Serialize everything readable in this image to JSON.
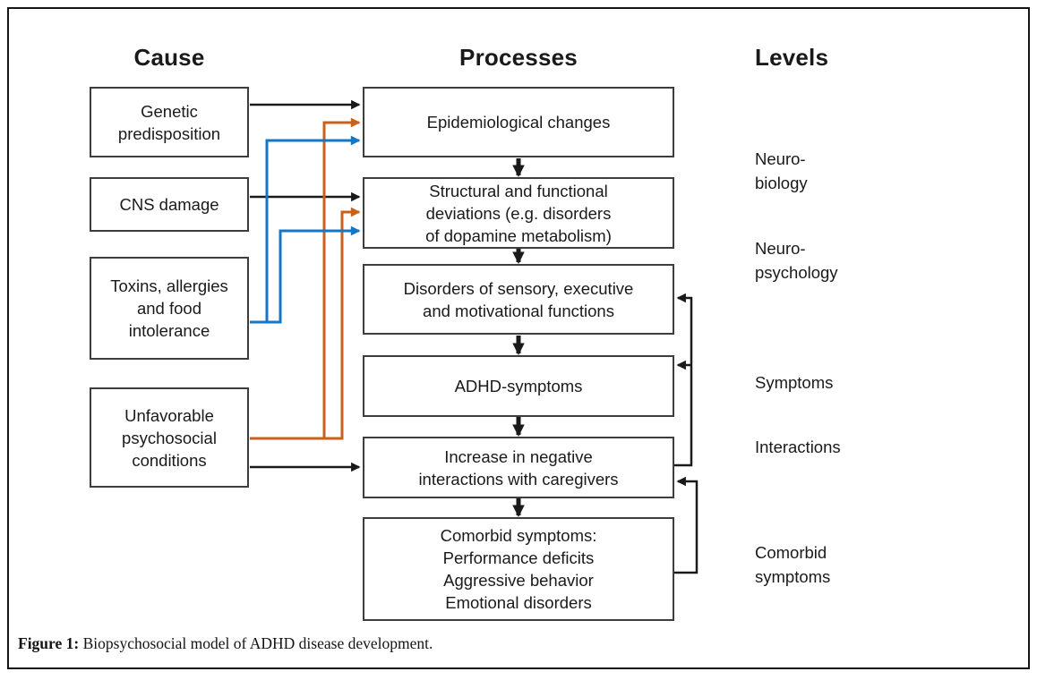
{
  "titles": {
    "cause": "Cause",
    "processes": "Processes",
    "levels": "Levels"
  },
  "cause_boxes": [
    {
      "label": "Genetic\npredisposition"
    },
    {
      "label": "CNS damage"
    },
    {
      "label": "Toxins, allergies\nand food\nintolerance"
    },
    {
      "label": "Unfavorable\npsychosocial\nconditions"
    }
  ],
  "process_boxes": [
    {
      "label": "Epidemiological changes"
    },
    {
      "label": "Structural and functional\ndeviations (e.g. disorders\nof dopamine metabolism)"
    },
    {
      "label": "Disorders of sensory, executive\nand motivational functions"
    },
    {
      "label": "ADHD-symptoms"
    },
    {
      "label": "Increase in negative\ninteractions with caregivers"
    },
    {
      "label": "Comorbid symptoms:\nPerformance deficits\nAggressive behavior\nEmotional disorders"
    }
  ],
  "level_labels": [
    {
      "label": "Neuro-\nbiology"
    },
    {
      "label": "Neuro-\npsychology"
    },
    {
      "label": "Symptoms"
    },
    {
      "label": "Interactions"
    },
    {
      "label": "Comorbid\nsymptoms"
    }
  ],
  "caption": {
    "label": "Figure 1:",
    "text": " Biopsychosocial model of ADHD disease development."
  },
  "colors": {
    "arrow_black": "#1a1a1a",
    "arrow_orange": "#c8611b",
    "arrow_blue": "#1577c4",
    "box_border": "#3d3d3d",
    "text": "#1a1a1a"
  },
  "connections": [
    {
      "from": "Genetic predisposition",
      "to": "Epidemiological changes",
      "color": "black"
    },
    {
      "from": "CNS damage",
      "to": "Structural and functional deviations",
      "color": "black"
    },
    {
      "from": "Toxins, allergies and food intolerance",
      "to": "Epidemiological changes",
      "color": "blue"
    },
    {
      "from": "Toxins, allergies and food intolerance",
      "to": "Structural and functional deviations",
      "color": "blue"
    },
    {
      "from": "Unfavorable psychosocial conditions",
      "to": "Epidemiological changes",
      "color": "orange"
    },
    {
      "from": "Unfavorable psychosocial conditions",
      "to": "Structural and functional deviations",
      "color": "orange"
    },
    {
      "from": "Unfavorable psychosocial conditions",
      "to": "Increase in negative interactions with caregivers",
      "color": "black"
    },
    {
      "from": "Epidemiological changes",
      "to": "Structural and functional deviations",
      "color": "black-flow"
    },
    {
      "from": "Structural and functional deviations",
      "to": "Disorders of sensory, executive and motivational functions",
      "color": "black-flow"
    },
    {
      "from": "Disorders of sensory, executive and motivational functions",
      "to": "ADHD-symptoms",
      "color": "black-flow"
    },
    {
      "from": "ADHD-symptoms",
      "to": "Increase in negative interactions with caregivers",
      "color": "black-flow"
    },
    {
      "from": "Increase in negative interactions with caregivers",
      "to": "Comorbid symptoms",
      "color": "black-flow"
    },
    {
      "from": "Increase in negative interactions with caregivers",
      "to": "Disorders of sensory, executive and motivational functions",
      "color": "black-feedback"
    },
    {
      "from": "Increase in negative interactions with caregivers",
      "to": "ADHD-symptoms",
      "color": "black-feedback"
    },
    {
      "from": "Comorbid symptoms",
      "to": "Increase in negative interactions with caregivers",
      "color": "black-feedback"
    }
  ]
}
